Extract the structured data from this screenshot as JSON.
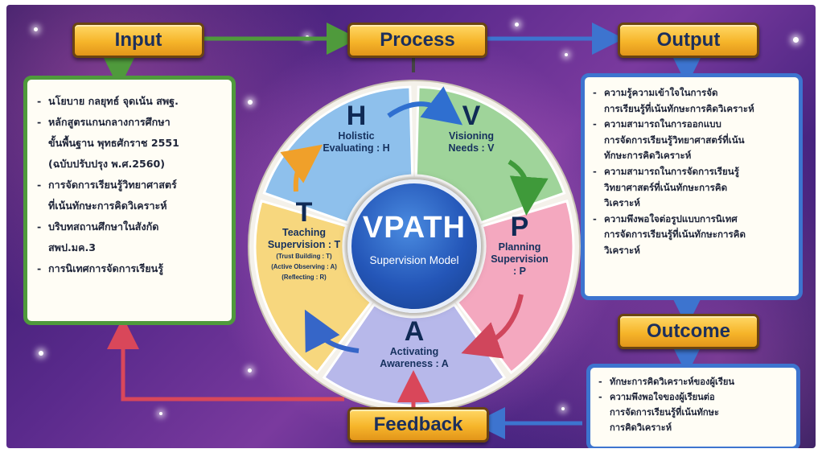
{
  "boxes": {
    "input": "Input",
    "process": "Process",
    "output": "Output",
    "outcome": "Outcome",
    "feedback": "Feedback"
  },
  "input_items": [
    "นโยบาย กลยุทธ์ จุดเน้น สพฐ.",
    "หลักสูตรแกนกลางการศึกษา",
    "ขั้นพื้นฐาน พุทธศักราช 2551",
    "(ฉบับปรับปรุง พ.ศ.2560)",
    "การจัดการเรียนรู้วิทยาศาสตร์",
    "ที่เน้นทักษะการคิดวิเคราะห์",
    "บริบทสถานศึกษาในสังกัด",
    "สพป.มค.3",
    "การนิเทศการจัดการเรียนรู้"
  ],
  "output_items": [
    "ความรู้ความเข้าใจในการจัด",
    "การเรียนรู้ที่เน้นทักษะการคิดวิเคราะห์",
    "ความสามารถในการออกแบบ",
    "การจัดการเรียนรู้วิทยาศาสตร์ที่เน้น",
    "ทักษะการคิดวิเคราะห์",
    "ความสามารถในการจัดการเรียนรู้",
    "วิทยาศาสตร์ที่เน้นทักษะการคิด",
    "วิเคราะห์",
    "ความพึงพอใจต่อรูปแบบการนิเทศ",
    "การจัดการเรียนรู้ที่เน้นทักษะการคิด",
    "วิเคราะห์"
  ],
  "outcome_items": [
    "ทักษะการคิดวิเคราะห์ของผู้เรียน",
    "ความพึงพอใจของผู้เรียนต่อ",
    "การจัดการเรียนรู้ที่เน้นทักษะ",
    "การคิดวิเคราะห์"
  ],
  "center": {
    "title": "VPATH",
    "subtitle": "Supervision Model"
  },
  "segments": {
    "h": {
      "letter": "H",
      "line1": "Holistic",
      "line2": "Evaluating : H"
    },
    "v": {
      "letter": "V",
      "line1": "Visioning",
      "line2": "Needs : V"
    },
    "p": {
      "letter": "P",
      "line1": "Planning",
      "line2": "Supervision",
      "line3": ": P"
    },
    "a": {
      "letter": "A",
      "line1": "Activating",
      "line2": "Awareness : A"
    },
    "t": {
      "letter": "T",
      "line1": "Teaching",
      "line2": "Supervision : T",
      "sub1": "(Trust Building : T)",
      "sub2": "(Active Observing : A)",
      "sub3": "(Reflecting : R)"
    }
  },
  "colors": {
    "h": "#8ec0ec",
    "v": "#9fd49a",
    "p": "#f4a8bf",
    "a": "#b7b8ea",
    "t": "#f7d77e",
    "green_arrow": "#4f9a3c",
    "blue_arrow": "#3d74cf",
    "red_arrow": "#d9475a"
  }
}
